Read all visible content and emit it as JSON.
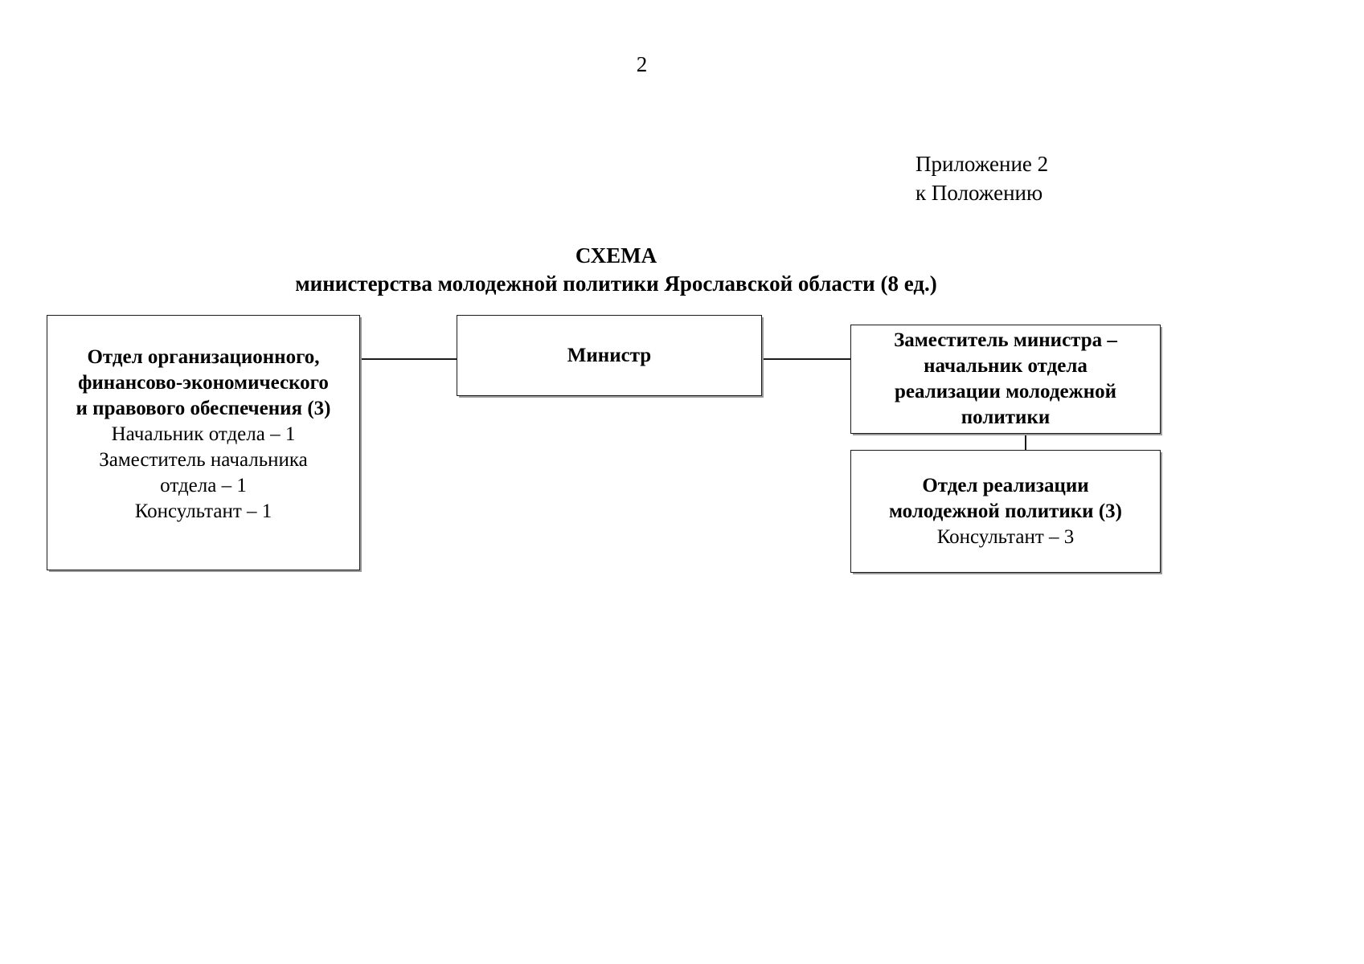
{
  "page": {
    "number": "2"
  },
  "appendix": {
    "line1": "Приложение 2",
    "line2": "к Положению"
  },
  "title": {
    "line1": "СХЕМА",
    "line2": "министерства молодежной политики Ярославской области (8 ед.)"
  },
  "chart_data": {
    "type": "diagram",
    "title": "СХЕМА министерства молодежной политики Ярославской области (8 ед.)",
    "total_units": "8 ед.",
    "nodes": [
      {
        "id": "org",
        "title_lines": [
          "Отдел организационного,",
          "финансово-экономического",
          "и правового обеспечения (3)"
        ],
        "title": "Отдел организационного, финансово-экономического и правового обеспечения (3)",
        "staff_lines": [
          "Начальник отдела – 1",
          "Заместитель начальника",
          "отдела – 1",
          "Консультант – 1"
        ],
        "units": 3
      },
      {
        "id": "minister",
        "title_lines": [
          "Министр"
        ],
        "title": "Министр",
        "staff_lines": [],
        "units": 1
      },
      {
        "id": "deputy",
        "title_lines": [
          "Заместитель министра –",
          "начальник отдела",
          "реализации молодежной",
          "политики"
        ],
        "title": "Заместитель министра – начальник отдела реализации молодежной политики",
        "staff_lines": [],
        "units": 1
      },
      {
        "id": "dept",
        "title_lines": [
          "Отдел реализации",
          "молодежной политики (3)"
        ],
        "title": "Отдел реализации молодежной политики (3)",
        "staff_lines": [
          "Консультант – 3"
        ],
        "units": 3
      }
    ],
    "edges": [
      {
        "from": "minister",
        "to": "org",
        "style": "horizontal"
      },
      {
        "from": "minister",
        "to": "deputy",
        "style": "horizontal"
      },
      {
        "from": "deputy",
        "to": "dept",
        "style": "vertical"
      }
    ],
    "colors": {
      "line": "#1b1b1b",
      "box_shadow": "#9a9a9a",
      "background": "#ffffff",
      "text": "#000000"
    }
  }
}
